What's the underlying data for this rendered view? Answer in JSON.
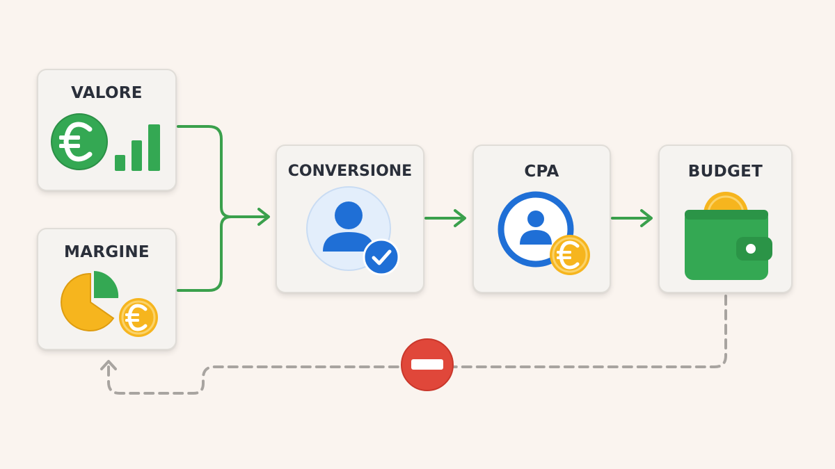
{
  "nodes": {
    "valore": {
      "label": "VALORE"
    },
    "margine": {
      "label": "MARGINE"
    },
    "conversione": {
      "label": "CONVERSIONE"
    },
    "cpa": {
      "label": "CPA"
    },
    "budget": {
      "label": "BUDGET"
    }
  },
  "icons": {
    "valore": [
      "euro-coin-icon",
      "bar-chart-icon"
    ],
    "margine": [
      "pie-chart-icon",
      "euro-coin-icon"
    ],
    "conversione": [
      "user-check-icon"
    ],
    "cpa": [
      "user-target-icon",
      "euro-coin-icon"
    ],
    "budget": [
      "wallet-icon",
      "coin-icon"
    ],
    "feedback": [
      "stop-icon"
    ]
  },
  "colors": {
    "background": "#faf4ef",
    "flow_arrow": "#3aa04c",
    "feedback_arrow": "#a8a4a0",
    "stop": "#e0473a",
    "euro_green": "#34a853",
    "euro_yellow": "#f6b51e",
    "user_blue": "#1f6fd6"
  },
  "edges": [
    {
      "from": "valore",
      "to": "conversione",
      "style": "solid"
    },
    {
      "from": "margine",
      "to": "conversione",
      "style": "solid"
    },
    {
      "from": "conversione",
      "to": "cpa",
      "style": "solid"
    },
    {
      "from": "cpa",
      "to": "budget",
      "style": "solid"
    },
    {
      "from": "budget",
      "to": "margine",
      "style": "dashed",
      "blocked": true
    }
  ]
}
